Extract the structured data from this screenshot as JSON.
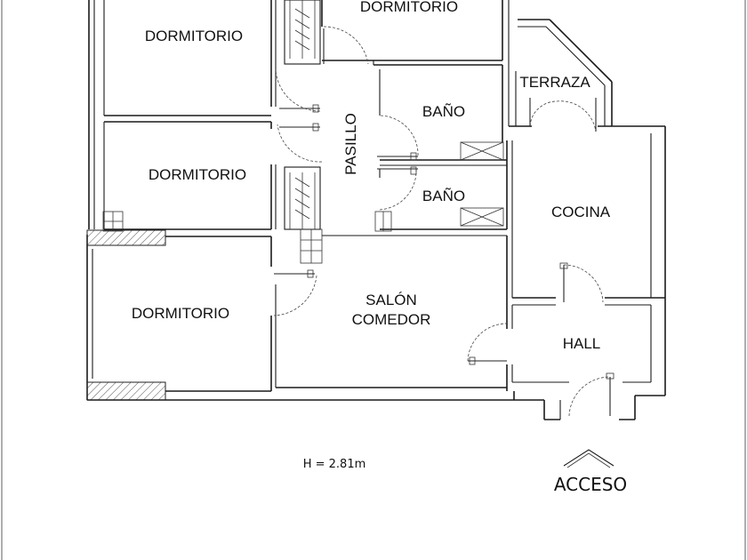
{
  "rooms": {
    "dormitorio_1": "DORMITORIO",
    "dormitorio_2": "DORMITORIO",
    "dormitorio_3": "DORMITORIO",
    "dormitorio_4": "DORMITORIO",
    "pasillo": "PASILLO",
    "bano_1": "BAÑO",
    "bano_2": "BAÑO",
    "terraza": "TERRAZA",
    "cocina": "COCINA",
    "salon_line1": "SALÓN",
    "salon_line2": "COMEDOR",
    "hall": "HALL"
  },
  "notes": {
    "height": "H = 2.81m",
    "access": "ACCESO"
  }
}
